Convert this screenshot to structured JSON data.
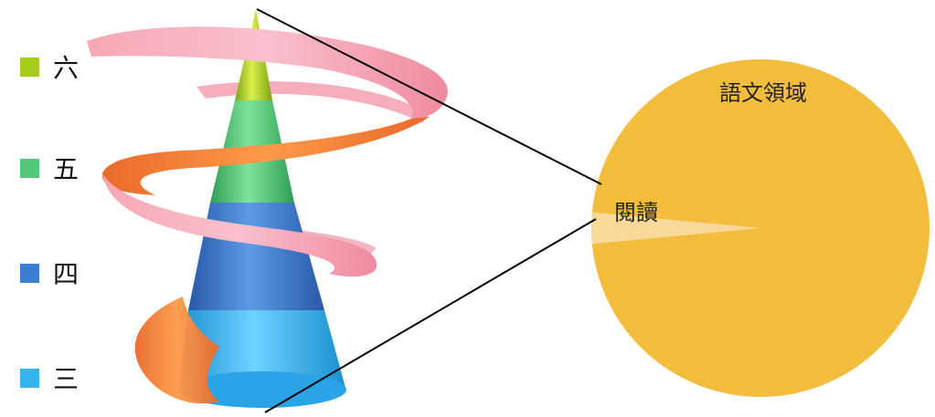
{
  "legend": {
    "items": [
      {
        "label": "六",
        "color": "#a8cc1c"
      },
      {
        "label": "五",
        "color": "#52c878"
      },
      {
        "label": "四",
        "color": "#3b7dd0"
      },
      {
        "label": "三",
        "color": "#36b4ee"
      }
    ]
  },
  "cone": {
    "band_colors": [
      "#a8cc1c",
      "#52c878",
      "#3b7dd0",
      "#36b4ee"
    ],
    "ribbon_colors": [
      "#f79ab0",
      "#f07f3a"
    ]
  },
  "pie": {
    "main_label": "語文領域",
    "slice_label": "閱讀",
    "main_color": "#f2bd3c",
    "slice_color": "#f8d99a",
    "slice_fraction": 0.03
  },
  "connector_color": "#000000"
}
